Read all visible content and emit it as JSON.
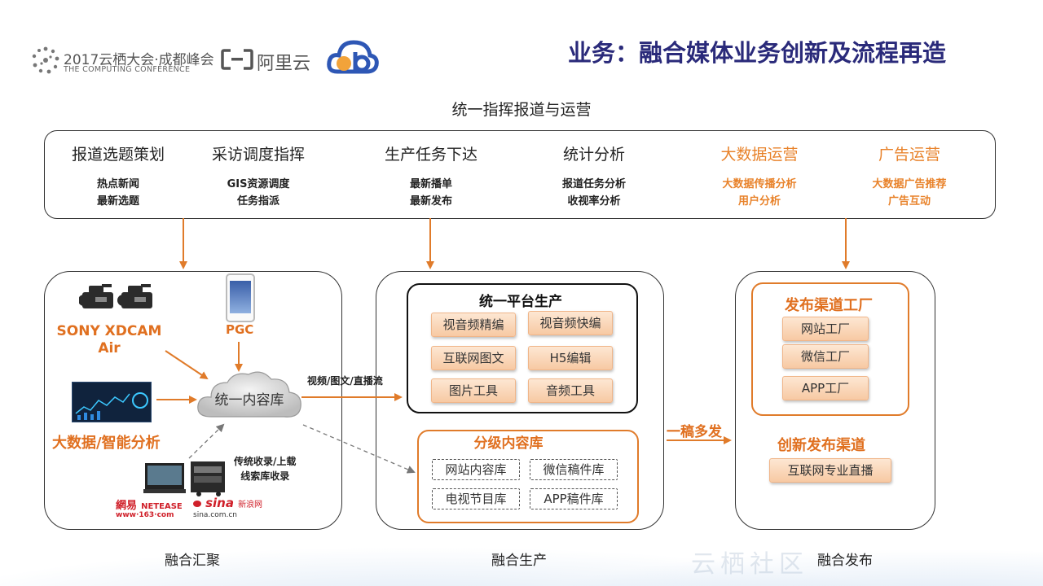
{
  "header": {
    "conference_line1": "2017云栖大会·成都峰会",
    "conference_line2": "THE COMPUTING CONFERENCE",
    "aliyun": "阿里云",
    "title": "业务：融合媒体业务创新及流程再造"
  },
  "top": {
    "title": "统一指挥报道与运营",
    "columns": [
      {
        "title": "报道选题策划",
        "lines": [
          "热点新闻",
          "最新选题"
        ]
      },
      {
        "title": "采访调度指挥",
        "lines": [
          "GIS资源调度",
          "任务指派"
        ]
      },
      {
        "title": "生产任务下达",
        "lines": [
          "最新播单",
          "最新发布"
        ]
      },
      {
        "title": "统计分析",
        "lines": [
          "报道任务分析",
          "收视率分析"
        ]
      },
      {
        "title": "大数据运营",
        "lines": [
          "大数据传播分析",
          "用户分析"
        ]
      },
      {
        "title": "广告运营",
        "lines": [
          "大数据广告推荐",
          "广告互动"
        ]
      }
    ]
  },
  "left": {
    "sony_line1": "SONY XDCAM",
    "sony_line2": "Air",
    "pgc": "PGC",
    "bigdata": "大数据/智能分析",
    "cloud": "统一内容库",
    "traditional_line1": "传统收录/上载",
    "traditional_line2": "线索库收录",
    "netease": "NETEASE",
    "netease_cn": "網易",
    "netease_url": "www·163·com",
    "sina": "sina",
    "sina_cn": "新浪网",
    "sina_url": "sina.com.cn",
    "footer": "融合汇聚"
  },
  "flow_label": "视频/图文/直播流",
  "middle": {
    "platform_title": "统一平台生产",
    "platform_items": [
      "视音频精编",
      "视音频快编",
      "互联网图文",
      "H5编辑",
      "图片工具",
      "音频工具"
    ],
    "library_title": "分级内容库",
    "library_items": [
      "网站内容库",
      "微信稿件库",
      "电视节目库",
      "APP稿件库"
    ],
    "footer": "融合生产"
  },
  "between": "一稿多发",
  "right": {
    "factory_title": "发布渠道工厂",
    "factory_items": [
      "网站工厂",
      "微信工厂",
      "APP工厂"
    ],
    "innovation_title": "创新发布渠道",
    "innovation_items": [
      "互联网专业直播"
    ],
    "footer": "融合发布"
  },
  "watermark": "云栖社区",
  "colors": {
    "accent": "#e8822a",
    "title_blue": "#2a2a7a",
    "arrow": "#e07b2a"
  }
}
